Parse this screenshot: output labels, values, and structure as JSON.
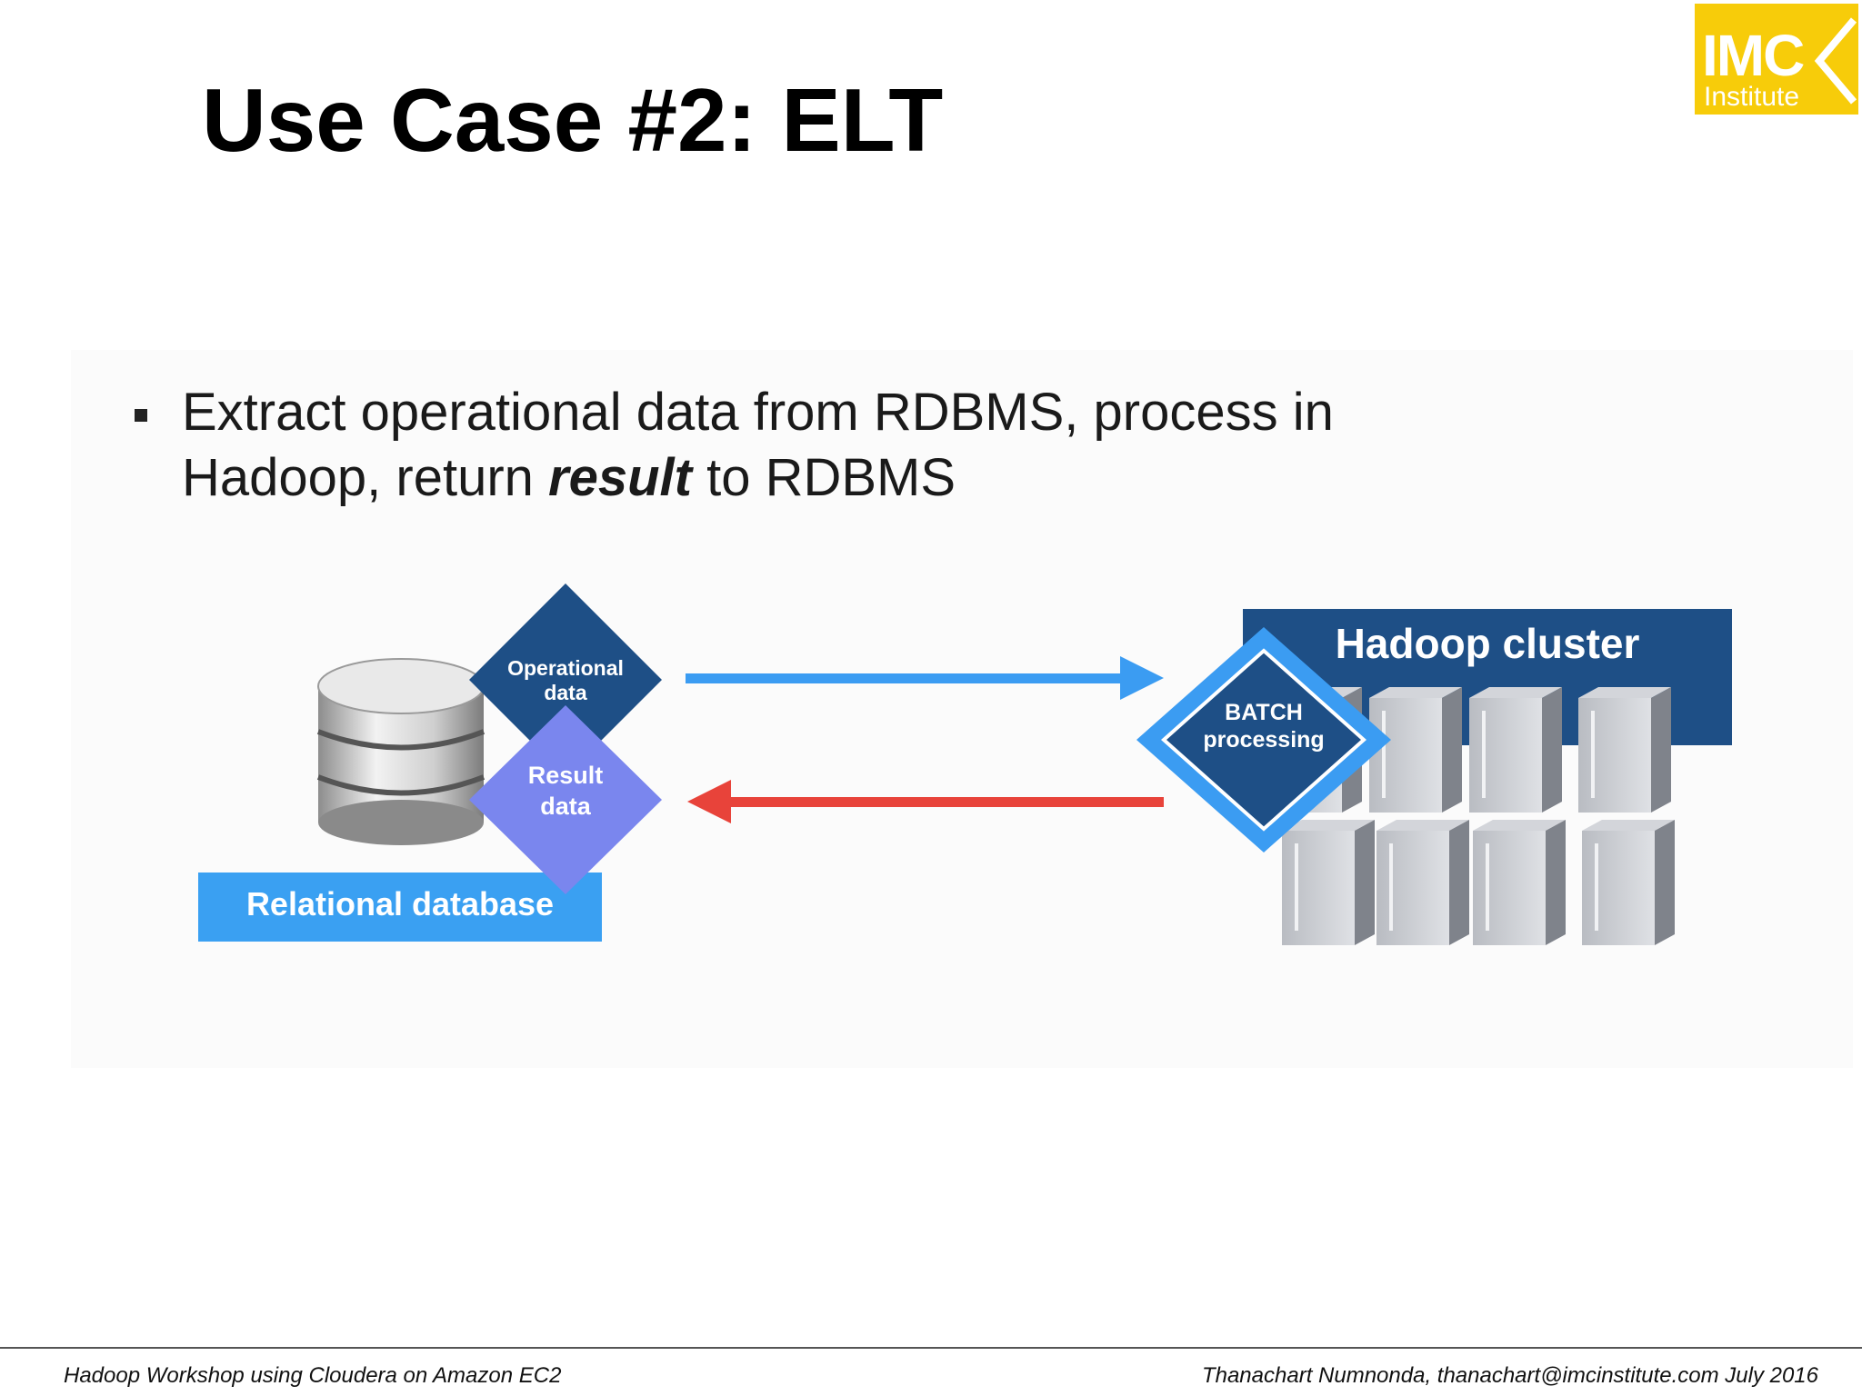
{
  "slide": {
    "title": "Use Case #2: ELT"
  },
  "logo": {
    "main": "IMC",
    "sub": "Institute"
  },
  "bullet": {
    "text_before": "Extract operational data from RDBMS, process in Hadoop, return ",
    "text_emphasis": "result",
    "text_after": " to RDBMS"
  },
  "diagram": {
    "operational_data": [
      "Operational",
      "data"
    ],
    "result_data": [
      "Result",
      "data"
    ],
    "relational_database": "Relational database",
    "hadoop_cluster": "Hadoop cluster",
    "batch_processing": [
      "BATCH",
      "processing"
    ],
    "colors": {
      "dark_blue": "#1e4f86",
      "light_blue": "#3b9cf2",
      "violet": "#7a86ee",
      "red_arrow": "#e8433a",
      "db_label_bg": "#3aa0f2"
    }
  },
  "footer": {
    "left": "Hadoop Workshop using Cloudera on Amazon EC2",
    "right": "Thanachart Numnonda,  thanachart@imcinstitute.com  July 2016"
  }
}
